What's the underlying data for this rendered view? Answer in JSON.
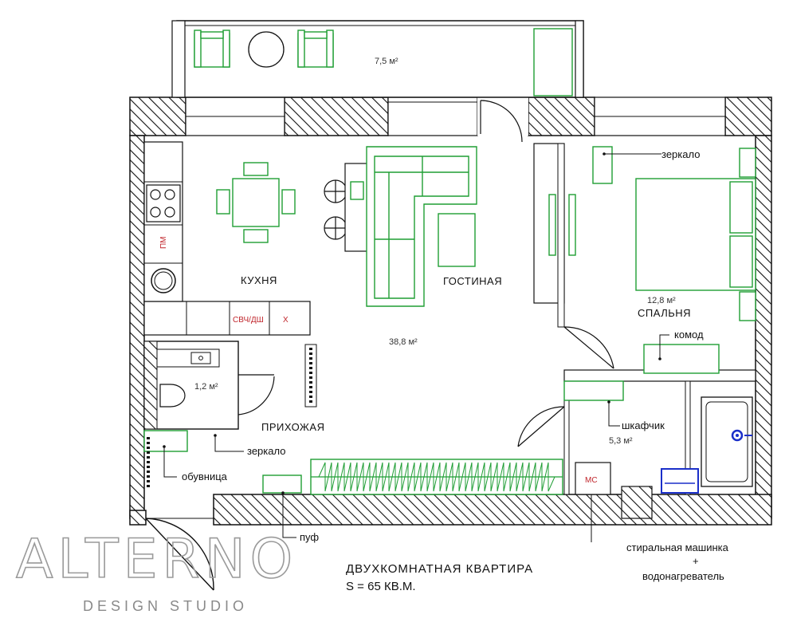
{
  "plan": {
    "title_line1": "ДВУХКОМНАТНАЯ КВАРТИРА",
    "title_line2": "S = 65 КВ.М."
  },
  "rooms": {
    "balcony_area": "7,5 м²",
    "kitchen_label": "КУХНЯ",
    "living_label": "ГОСТИНАЯ",
    "main_area": "38,8 м²",
    "bedroom_area": "12,8 м²",
    "bedroom_label": "СПАЛЬНЯ",
    "wc_area": "1,2 м²",
    "hall_label": "ПРИХОЖАЯ",
    "bath_area": "5,3 м²"
  },
  "appliances": {
    "fridge": "ПМ",
    "microwave_dishwasher": "СВЧ/ДШ",
    "fridge_x": "X",
    "washer": "МС"
  },
  "callouts": {
    "mirror_bedroom": "зеркало",
    "dresser": "комод",
    "cabinet": "шкафчик",
    "mirror_hall": "зеркало",
    "shoe_rack": "обувница",
    "pouf": "пуф",
    "washer_line1": "стиральная машинка",
    "washer_line2": "+",
    "washer_line3": "водонагреватель"
  },
  "branding": {
    "logo": "ALTERNO",
    "studio": "DESIGN STUDIO"
  },
  "colors": {
    "furniture": "#1f9e34",
    "wall_outline": "#111111",
    "accent_red": "#c0262c",
    "accent_blue": "#1b2fc9",
    "logo_gray": "#9a9a9a"
  }
}
